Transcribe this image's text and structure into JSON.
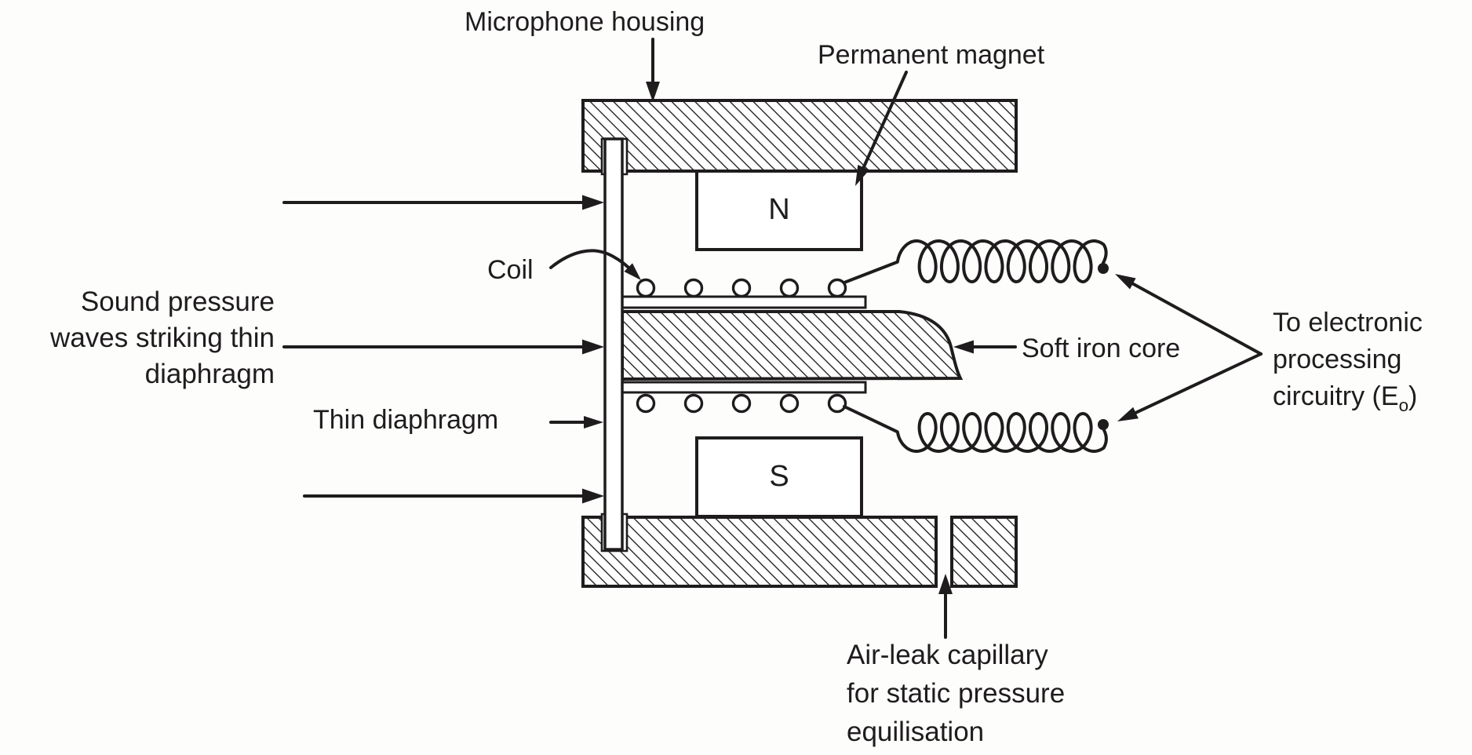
{
  "labels": {
    "microphone_housing": "Microphone housing",
    "permanent_magnet": "Permanent magnet",
    "coil": "Coil",
    "sound_pressure": {
      "line1": "Sound pressure",
      "line2": "waves striking thin",
      "line3": "diaphragm"
    },
    "thin_diaphragm": "Thin diaphragm",
    "soft_iron_core": "Soft iron core",
    "processing": {
      "line1": "To electronic",
      "line2": "processing",
      "line3_pre": "circuitry (E",
      "line3_sub": "o",
      "line3_post": ")"
    },
    "air_leak": {
      "line1": "Air-leak capillary",
      "line2": "for static pressure",
      "line3": "equilisation"
    },
    "magnet_north": "N",
    "magnet_south": "S"
  },
  "colors": {
    "ink": "#1f1c1d",
    "background": "#fdfdfc"
  }
}
